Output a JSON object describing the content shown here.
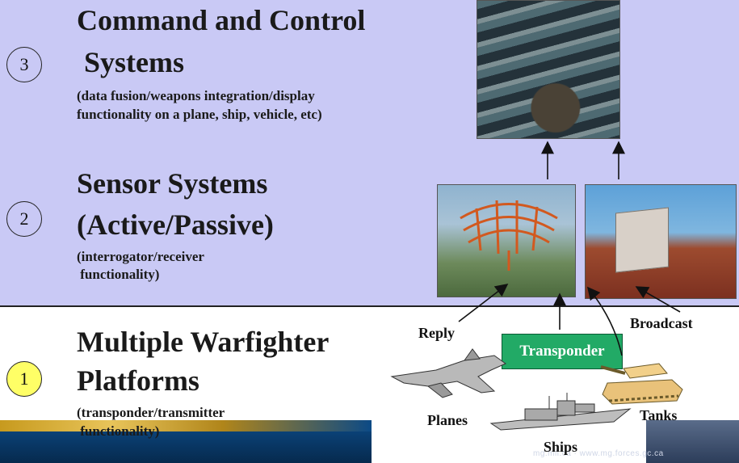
{
  "tiers": [
    {
      "number": "3",
      "title_line1": "Command and Control",
      "title_line2": " Systems",
      "sub_line1": "(data fusion/weapons integration/display",
      "sub_line2": "functionality on a plane, ship, vehicle, etc)"
    },
    {
      "number": "2",
      "title_line1": "Sensor Systems",
      "title_line2": "(Active/Passive)",
      "sub_line1": "(interrogator/receiver",
      "sub_line2": " functionality)"
    },
    {
      "number": "1",
      "title_line1": "Multiple Warfighter",
      "title_line2": "Platforms",
      "sub_line1": "(transponder/transmitter",
      "sub_line2": " functionality)"
    }
  ],
  "labels": {
    "reply": "Reply",
    "broadcast": "Broadcast",
    "transponder": "Transponder",
    "planes": "Planes",
    "tanks": "Tanks",
    "ships": "Ships"
  },
  "footer": {
    "url": "mg.mil.ca · www.mg.forces.gc.ca"
  },
  "colors": {
    "upper_band": "#c9c9f5",
    "transponder_box": "#22aa66",
    "active_tier_circle": "#ffff66"
  }
}
